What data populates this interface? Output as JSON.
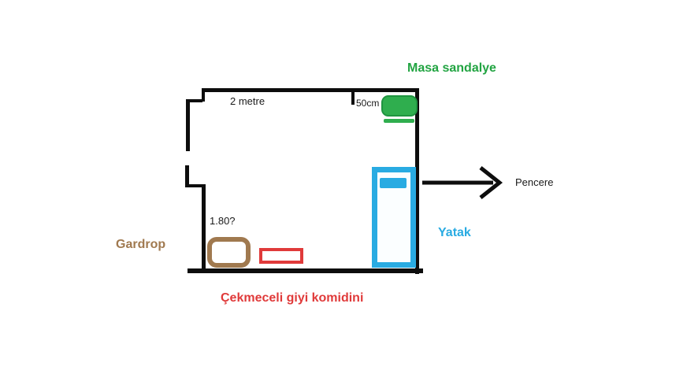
{
  "diagram": {
    "type": "hand-drawn room floor plan",
    "labels": {
      "masa_sandalye": "Masa sandalye",
      "iki_metre": "2 metre",
      "elli_cm": "50cm",
      "pencere": "Pencere",
      "yatak": "Yatak",
      "gardrop": "Gardrop",
      "bir_seksen": "1.80?",
      "komidin": "Çekmeceli giyi komidini"
    },
    "colors": {
      "background": "#ffffff",
      "wall": "#0d0d0d",
      "table_green": "#2fae4e",
      "table_green_dark": "#1f9440",
      "bed_blue": "#29abe2",
      "wardrobe_brown": "#a0794f",
      "dresser_red": "#e03a3a",
      "label_green": "#22a442",
      "label_blue": "#29abe2",
      "label_brown": "#a0794f",
      "label_red": "#e03a3a",
      "text_black": "#1a1a1a"
    }
  }
}
